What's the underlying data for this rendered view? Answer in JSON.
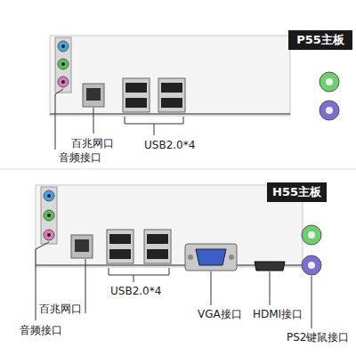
{
  "diagram": {
    "nodes": [
      {
        "text": [
          "P55主板"
        ]
      },
      {
        "text": [
          "H55主板"
        ]
      }
    ],
    "labels": [
      "百兆网口",
      "音频接口",
      "USB2.0*4",
      "百兆网口",
      "音频接口",
      "USB2.0*4",
      "VGA接口",
      "HDMI接口",
      "PS2键鼠接口"
    ]
  }
}
